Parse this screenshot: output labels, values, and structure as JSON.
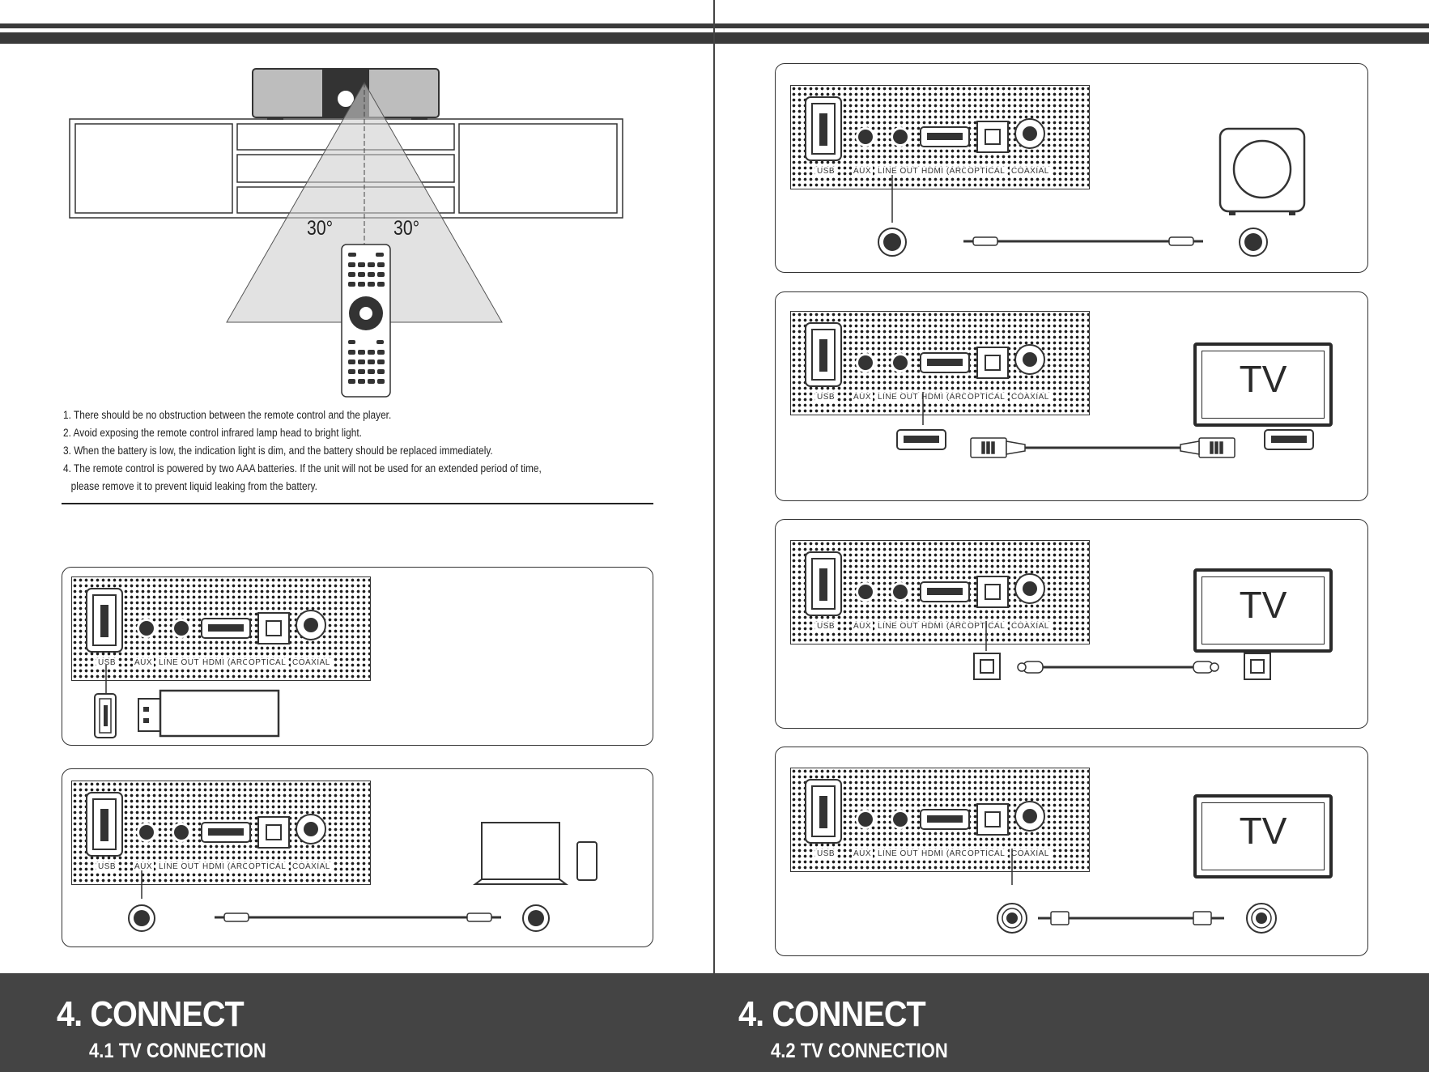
{
  "left_page": {
    "footer": {
      "title": "4. CONNECT",
      "subtitle": "4.1 TV CONNECTION"
    },
    "remote_diagram": {
      "angle_left": "30°",
      "angle_right": "30°"
    },
    "notes": [
      "1. There should be no obstruction between the remote control and the player.",
      "2. Avoid exposing the remote control infrared lamp head to bright light.",
      "3. When the battery is low, the indication light is dim, and the battery should be replaced immediately.",
      "4. The remote control is powered by two AAA batteries. If the unit will not be used for an extended period of time,"
    ],
    "note_continuation": "please remove it to prevent liquid leaking from the battery."
  },
  "right_page": {
    "footer": {
      "title": "4. CONNECT",
      "subtitle": "4.2 TV CONNECTION"
    },
    "tv_label": "TV"
  },
  "port_labels": {
    "usb": "USB",
    "aux": "AUX",
    "line_out": "LINE OUT",
    "hdmi": "HDMI (ARC)",
    "optical": "OPTICAL",
    "coaxial": "COAXIAL"
  }
}
